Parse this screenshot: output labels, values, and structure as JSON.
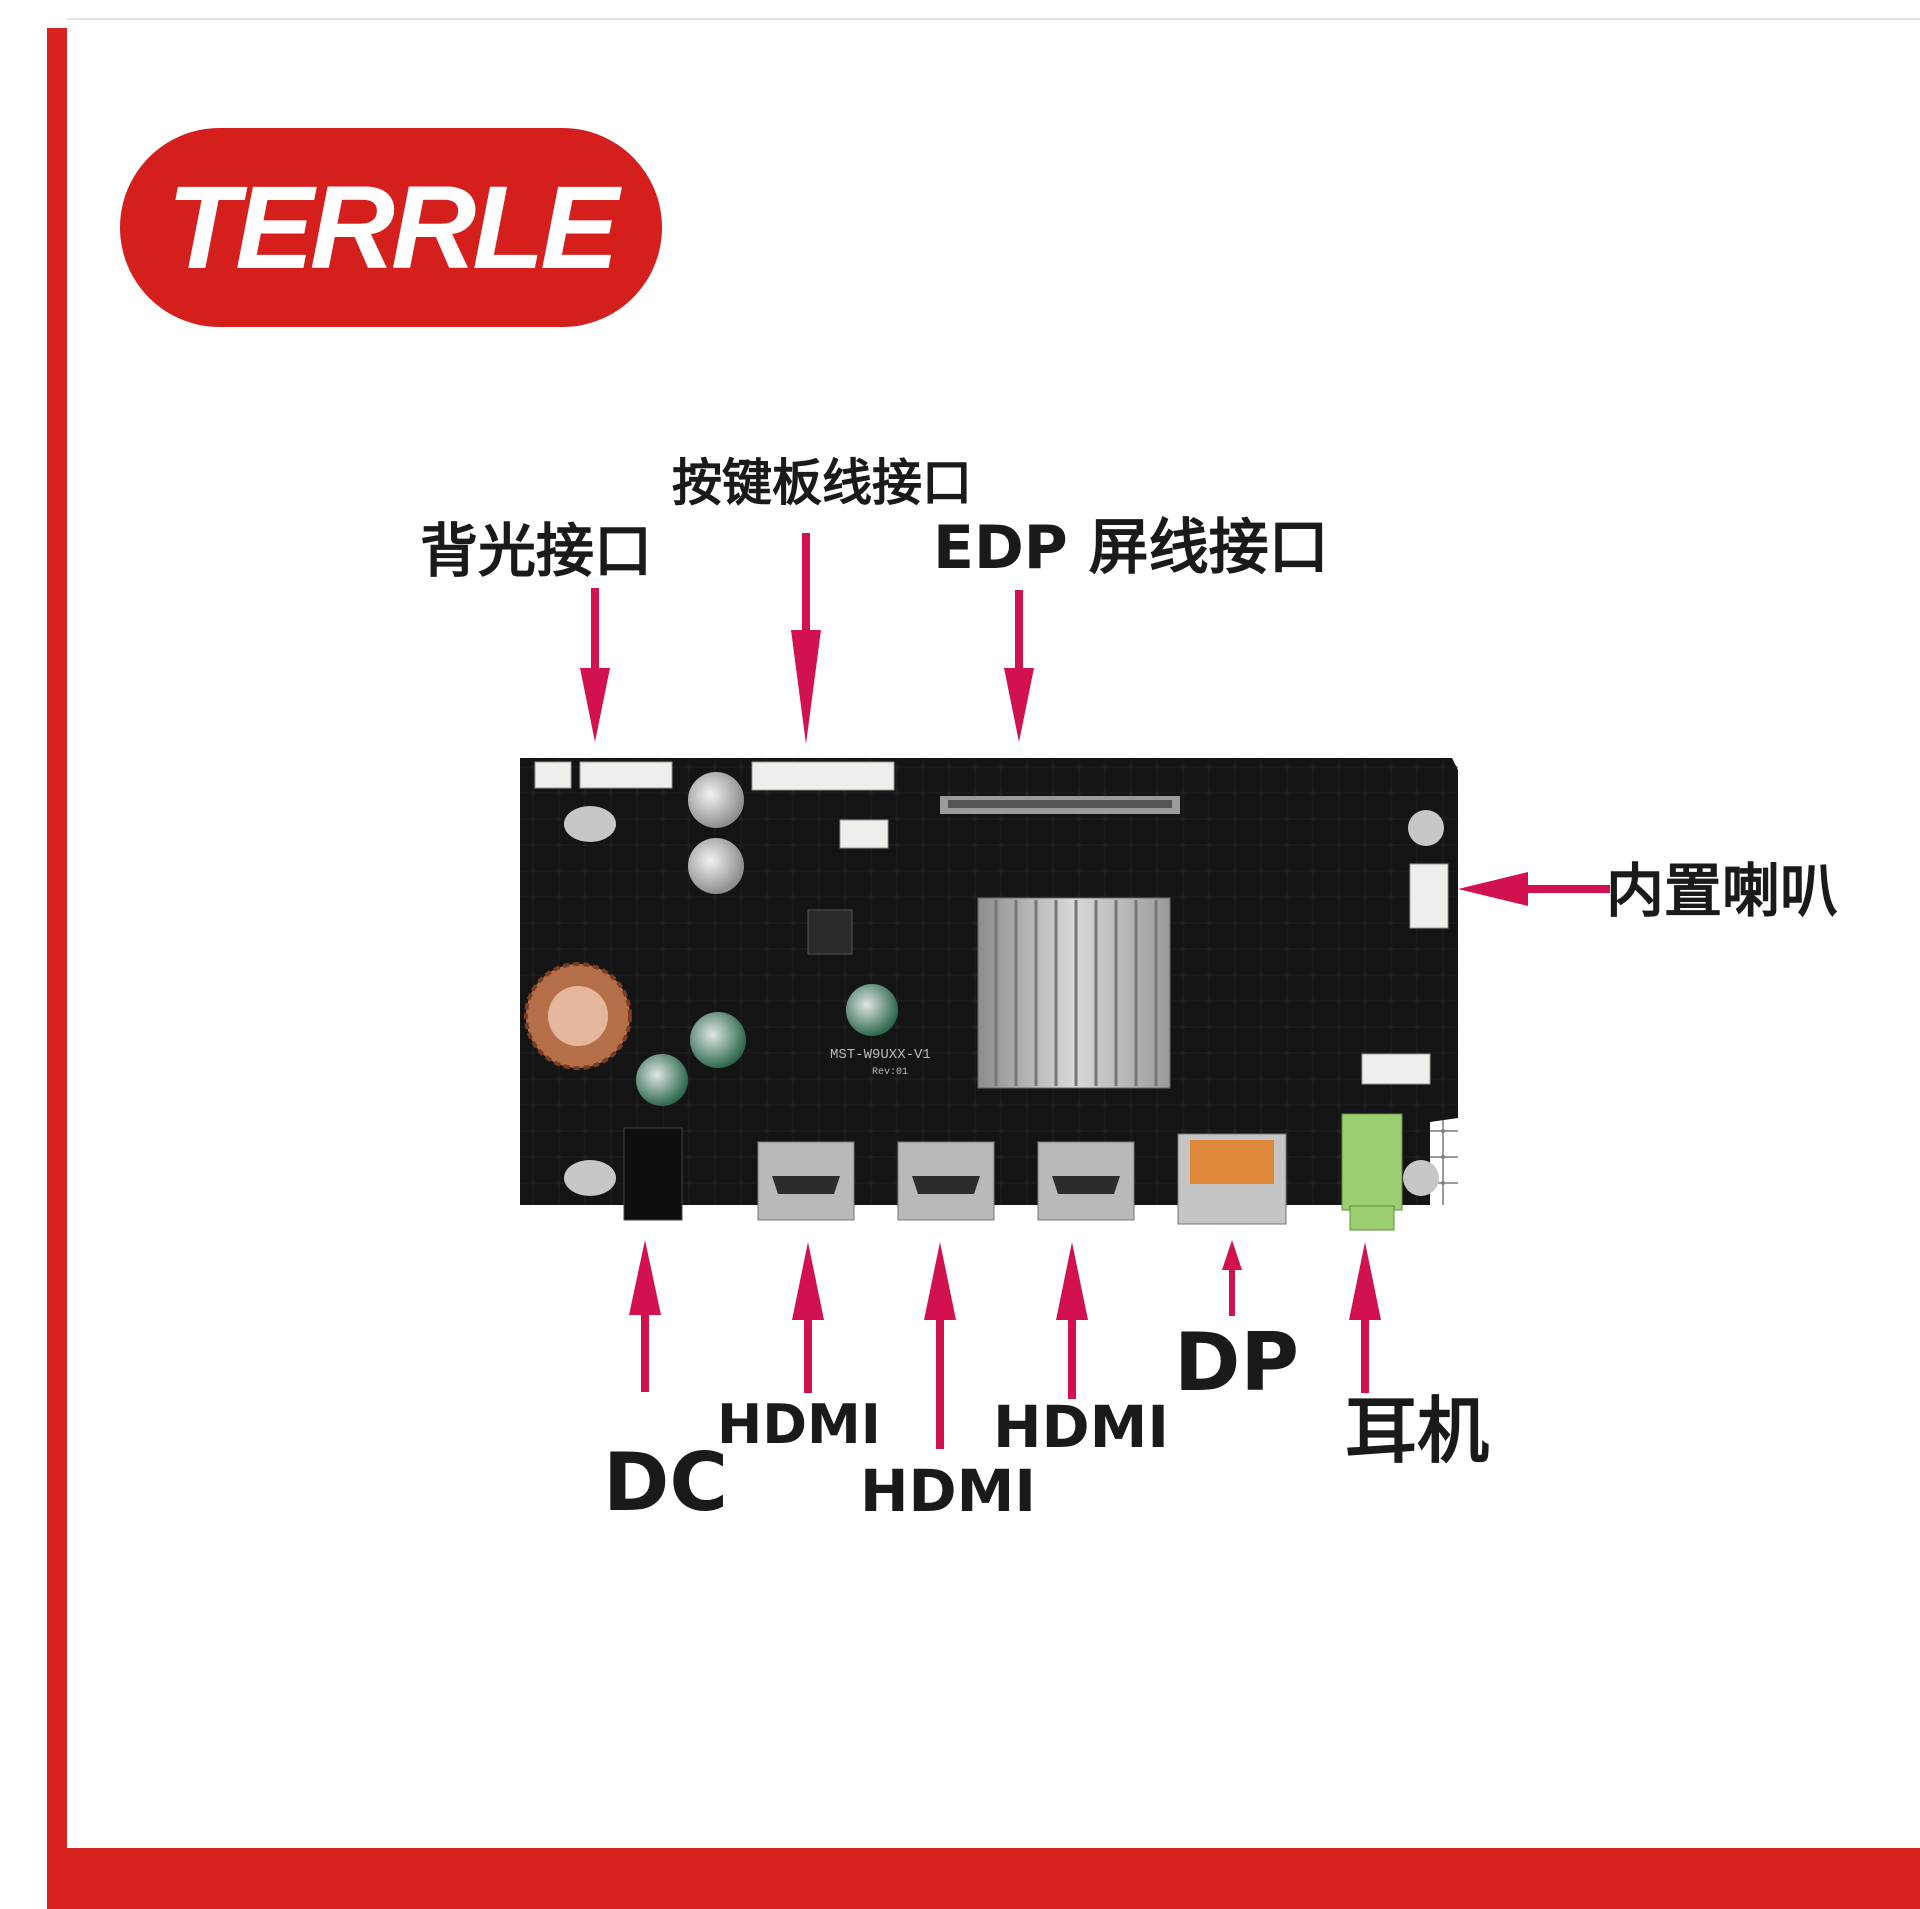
{
  "brand": {
    "logo_text": "TERRLE",
    "color": "#d41f1d"
  },
  "board": {
    "silkscreen_model": "MST-W9UXX-V1",
    "silkscreen_rev": "Rev:01"
  },
  "labels": {
    "backlight": "背光接口",
    "keypad": "按键板线接口",
    "edp": "EDP 屏线接口",
    "speaker": "内置喇叭",
    "dc": "DC",
    "hdmi1": "HDMI",
    "hdmi2": "HDMI",
    "hdmi3": "HDMI",
    "dp": "DP",
    "earphone": "耳机"
  },
  "colors": {
    "frame": "#d7221f",
    "arrow": "#d2114f",
    "board": "#141414"
  }
}
